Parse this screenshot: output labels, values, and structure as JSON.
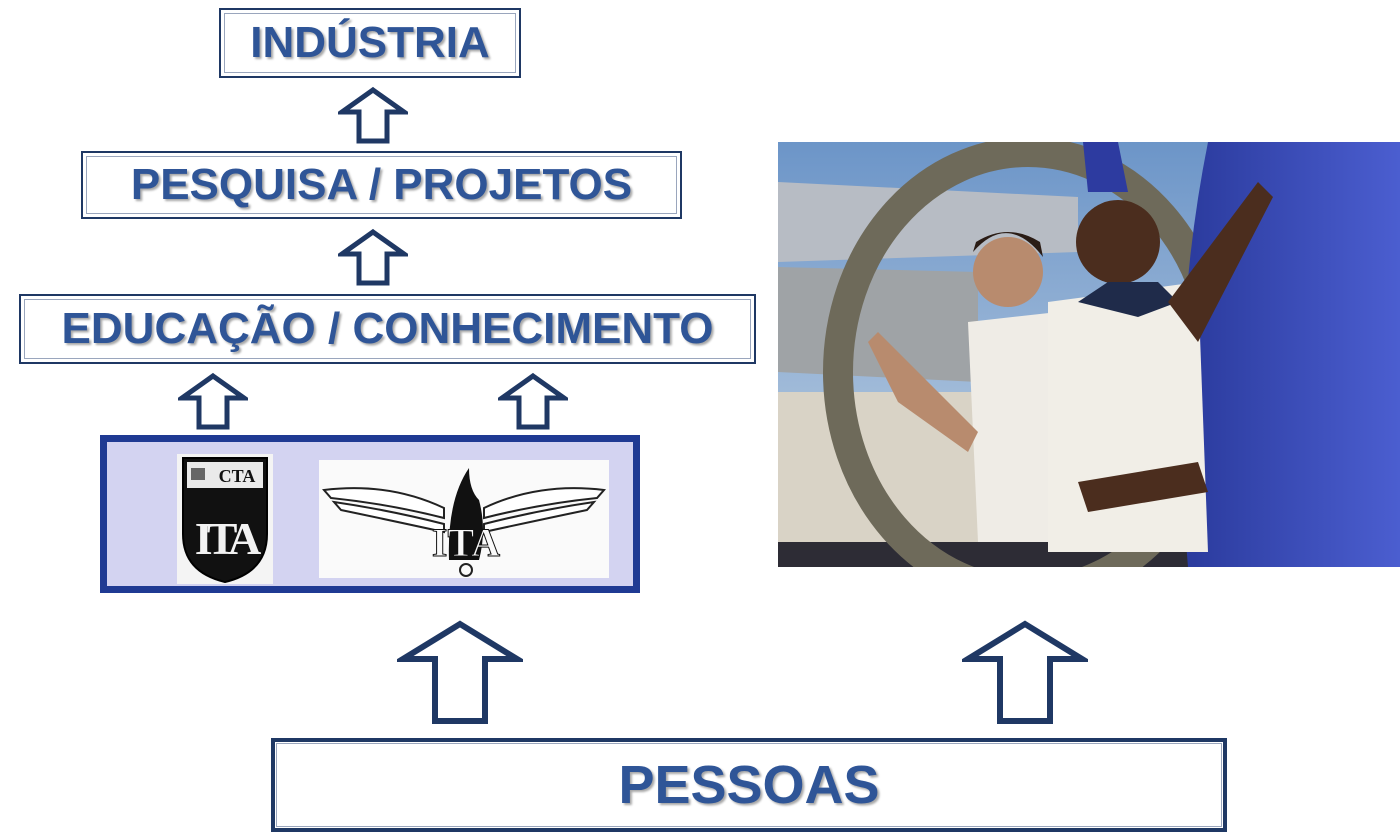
{
  "boxes": {
    "industria": "INDÚSTRIA",
    "pesquisa": "PESQUISA / PROJETOS",
    "educacao": "EDUCAÇÃO / CONHECIMENTO",
    "pessoas": "PESSOAS"
  },
  "logos": {
    "cta_label": "CTA",
    "ita_badge_letters": "ITA",
    "ita_wings_letters": "ITA"
  },
  "colors": {
    "box_text": "#2f5597",
    "box_border": "#1f3864",
    "panel_border": "#1f3a93",
    "panel_fill": "#d3d3f1"
  }
}
